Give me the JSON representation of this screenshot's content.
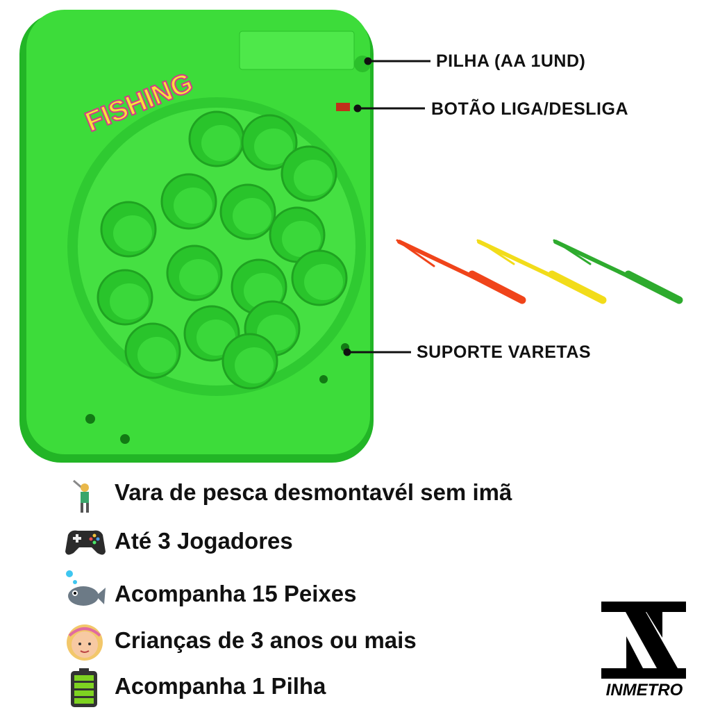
{
  "product": {
    "sticker_text": "FISHING",
    "colors": {
      "body": "#3ddc3a",
      "body_dark": "#22b526",
      "rod_red": "#f0441a",
      "rod_yellow": "#f2dc1a",
      "rod_green": "#2eab2e"
    },
    "hole_count": 15
  },
  "callouts": {
    "battery": "PILHA  (AA 1UND)",
    "power_button": "BOTÃO LIGA/DESLIGA",
    "rod_holder": "SUPORTE VARETAS"
  },
  "features": [
    {
      "icon": "fishing-person-icon",
      "text": "Vara de pesca desmontavél sem imã"
    },
    {
      "icon": "gamepad-icon",
      "text": "Até 3 Jogadores"
    },
    {
      "icon": "fish-icon",
      "text": "Acompanha 15 Peixes"
    },
    {
      "icon": "child-face-icon",
      "text": "Crianças de 3 anos ou mais"
    },
    {
      "icon": "battery-icon",
      "text": "Acompanha 1 Pilha"
    }
  ],
  "certification": {
    "label": "INMETRO"
  }
}
